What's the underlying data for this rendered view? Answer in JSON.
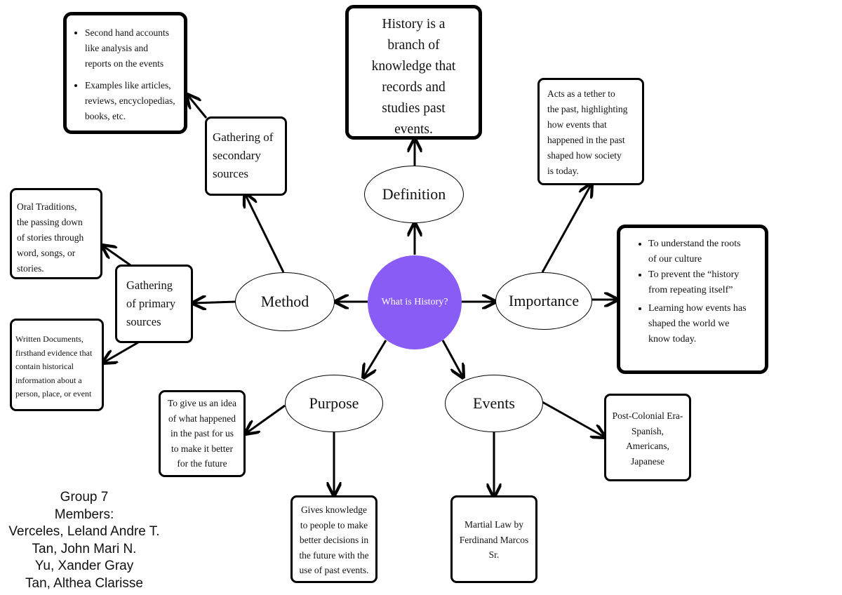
{
  "center": {
    "label": "What is History?",
    "color": "#8a5cf6"
  },
  "nodes": {
    "definition": "Definition",
    "method": "Method",
    "importance": "Importance",
    "purpose": "Purpose",
    "events": "Events"
  },
  "boxes": {
    "definition_text": [
      "History is a",
      "branch of",
      "knowledge that",
      "records and",
      "studies past",
      "events."
    ],
    "secondary_sources_title": [
      "Gathering of",
      "secondary",
      "sources"
    ],
    "secondary_sources_bullets": [
      [
        "Second hand accounts",
        "like analysis and",
        "reports on the events"
      ],
      [
        "Examples like articles,",
        "reviews, encyclopedias,",
        "books, etc."
      ]
    ],
    "primary_sources_title": [
      "Gathering",
      "of primary",
      "sources"
    ],
    "oral_traditions": [
      "Oral Traditions,",
      "the passing down",
      "of stories through",
      "word, songs, or",
      "stories."
    ],
    "written_documents": [
      "Written Documents,",
      "firsthand evidence that",
      "contain historical",
      "information about a",
      "person, place, or event"
    ],
    "importance_tether": [
      "Acts as a tether to",
      "the past, highlighting",
      "how events that",
      "happened in the past",
      "shaped how society",
      "is today."
    ],
    "importance_bullets": [
      [
        "To understand the roots",
        "of our culture"
      ],
      [
        "To prevent the “history",
        "from repeating itself”"
      ],
      [
        "Learning how events has",
        "shaped the world we",
        "know today."
      ]
    ],
    "purpose_idea": [
      "To give us an idea",
      "of what happened",
      "in the past for us",
      "to make it better",
      "for the future"
    ],
    "purpose_knowledge": [
      "Gives knowledge",
      "to people to make",
      "better decisions in",
      "the future with the",
      "use of past events."
    ],
    "events_colonial": [
      "Post-Colonial Era-",
      "Spanish,",
      "Americans,",
      "Japanese"
    ],
    "events_martial": [
      "Martial Law by",
      "Ferdinand Marcos",
      "Sr."
    ]
  },
  "members": [
    "Group 7",
    "Members:",
    "Verceles, Leland Andre T.",
    "Tan, John Mari N.",
    "Yu, Xander Gray",
    "Tan, Althea Clarisse"
  ]
}
